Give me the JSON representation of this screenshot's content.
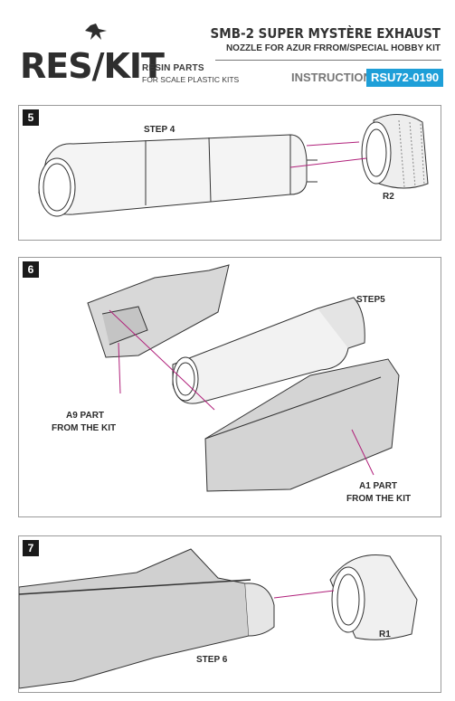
{
  "header": {
    "brand_name": "RES/KIT",
    "tagline_line1": "RESIN PARTS",
    "tagline_line2": "FOR SCALE PLASTIC KITS",
    "title": "SMB-2 SUPER MYSTÈRE EXHAUST",
    "subtitle": "NOZZLE FOR AZUR FRROM/SPECIAL HOBBY KIT",
    "instruction_label": "INSTRUCTION",
    "product_code": "RSU72-0190"
  },
  "steps": [
    {
      "number": "5",
      "labels": {
        "step_ref": "STEP 4",
        "part": "R2"
      }
    },
    {
      "number": "6",
      "labels": {
        "step_ref": "STEP5",
        "part_a9_line1": "A9 PART",
        "part_a9_line2": "FROM THE KIT",
        "part_a1_line1": "A1 PART",
        "part_a1_line2": "FROM THE KIT"
      }
    },
    {
      "number": "7",
      "labels": {
        "step_ref": "STEP 6",
        "part": "R1"
      }
    }
  ],
  "colors": {
    "accent": "#1e9fd8",
    "guide_line": "#b0207a",
    "panel_border": "#9a9a9a"
  }
}
